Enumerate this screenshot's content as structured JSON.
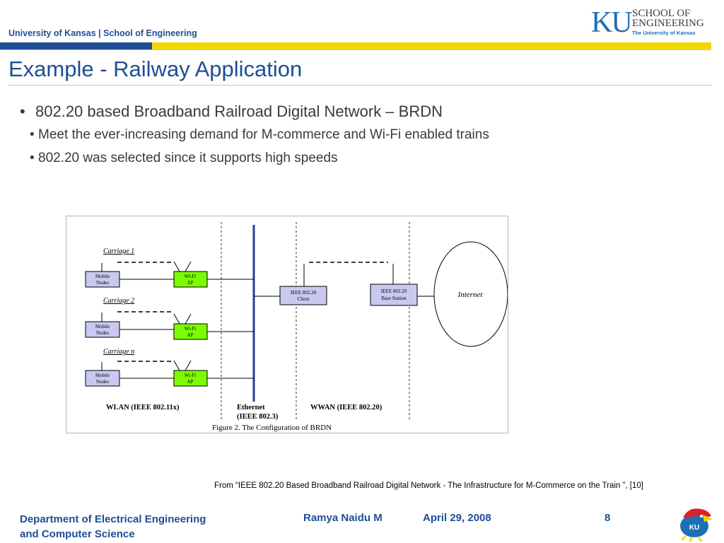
{
  "header": {
    "institution": "University of Kansas | School of Engineering",
    "logo": {
      "mark": "KU",
      "line1": "SCHOOL OF",
      "line2": "ENGINEERING",
      "line3": "The University of Kansas"
    }
  },
  "slide": {
    "title": "Example - Railway Application",
    "bullets": [
      {
        "text": "802.20 based Broadband Railroad Digital Network – BRDN"
      },
      {
        "text": "Meet the ever-increasing demand for M-commerce and Wi-Fi enabled trains"
      },
      {
        "text": "802.20 was selected since it supports high speeds"
      }
    ]
  },
  "diagram": {
    "carriages": [
      {
        "label": "Carriage 1",
        "node_line1": "Mobile",
        "node_line2": "Nodes",
        "ap_line1": "Wi-Fi",
        "ap_line2": "AP"
      },
      {
        "label": "Carriage 2",
        "node_line1": "Mobile",
        "node_line2": "Nodes",
        "ap_line1": "Wi-Fi",
        "ap_line2": "AP"
      },
      {
        "label": "Carriage n",
        "node_line1": "Mobile",
        "node_line2": "Nodes",
        "ap_line1": "Wi-Fi",
        "ap_line2": "AP"
      }
    ],
    "client": {
      "line1": "IEEE 802.20",
      "line2": "Client"
    },
    "base_station": {
      "line1": "IEEE 802.20",
      "line2": "Base Station"
    },
    "internet": "Internet",
    "zones": {
      "wlan": "WLAN (IEEE 802.11x)",
      "ethernet_line1": "Ethernet",
      "ethernet_line2": "(IEEE 802.3)",
      "wwan": "WWAN (IEEE 802.20)"
    },
    "caption": "Figure 2. The Configuration of BRDN",
    "colors": {
      "node_fill": "#c8c8f0",
      "ap_fill": "#7cfc00",
      "bus": "#2b3b9c"
    }
  },
  "citation": "From “IEEE 802.20 Based Broadband Railroad Digital Network - The Infrastructure for M-Commerce on the Train ”, [10]",
  "footer": {
    "dept_line1": "Department of Electrical Engineering",
    "dept_line2": "and Computer Science",
    "author": "Ramya Naidu M",
    "date": "April 29, 2008",
    "page": "8"
  }
}
